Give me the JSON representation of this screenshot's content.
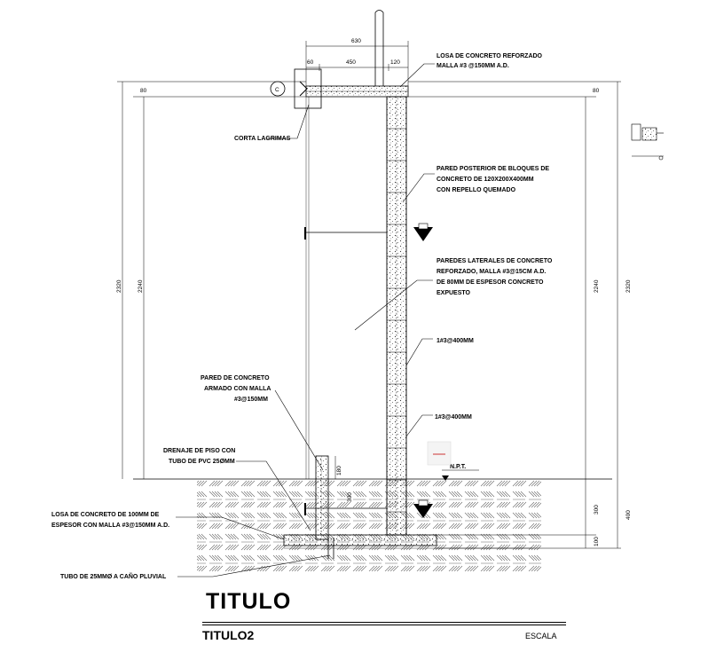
{
  "title": "TITULO",
  "subtitle": "TITULO2",
  "scale_label": "ESCALA",
  "labels": {
    "losa_superior_1": "LOSA DE CONCRETO REFORZADO",
    "losa_superior_2": "MALLA #3 @150MM A.D.",
    "corta_lagrimas": "CORTA LAGRIMAS",
    "pared_posterior_1": "PARED POSTERIOR DE BLOQUES DE",
    "pared_posterior_2": "CONCRETO DE 120X200X400MM",
    "pared_posterior_3": "CON REPELLO QUEMADO",
    "paredes_laterales_1": "PAREDES LATERALES DE CONCRETO",
    "paredes_laterales_2": "REFORZADO, MALLA #3@15CM A.D.",
    "paredes_laterales_3": "DE 80MM DE ESPESOR CONCRETO",
    "paredes_laterales_4": "EXPUESTO",
    "refuerzo_1": "1#3@400MM",
    "refuerzo_2": "1#3@400MM",
    "pared_armado_1": "PARED DE CONCRETO",
    "pared_armado_2": "ARMADO CON MALLA",
    "pared_armado_3": "#3@150MM",
    "drenaje_1": "DRENAJE DE PISO CON",
    "drenaje_2": "TUBO DE PVC 25ØMM",
    "losa_piso_1": "LOSA DE CONCRETO DE 100MM DE",
    "losa_piso_2": "ESPESOR CON MALLA #3@150MM A.D.",
    "tubo_pluvial": "TUBO DE 25MMØ A CAÑO PLUVIAL",
    "nivel": "N.P.T.",
    "section_marker": "C"
  },
  "dimensions": {
    "top_total": "630",
    "top_left": "60",
    "top_mid": "450",
    "top_right": "120",
    "left_top": "80",
    "right_top": "80",
    "overall_left": "2320",
    "inner_left": "2240",
    "inner_right": "2240",
    "overall_right": "2320",
    "curb": "180",
    "drain_depth": "300",
    "below_right": "300",
    "bottom_right": "100",
    "total_below": "400"
  }
}
